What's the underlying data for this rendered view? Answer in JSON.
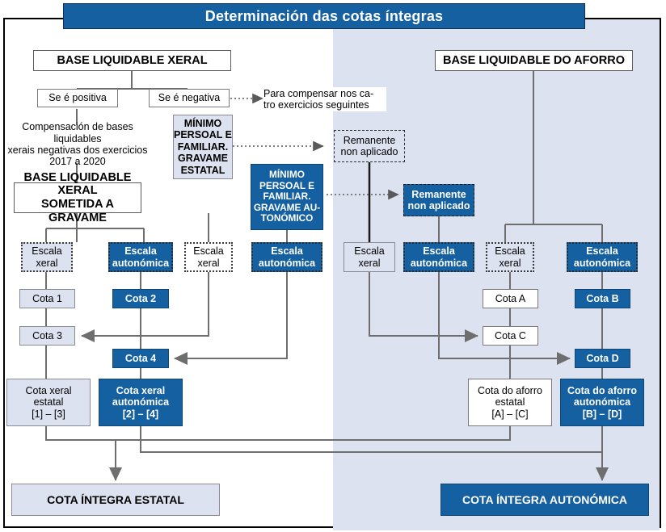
{
  "title": "Determinación das cotas íntegras",
  "colors": {
    "brand_blue": "#1560a0",
    "pane_blue": "#dde2f0",
    "wire_gray": "#6e6e6e",
    "frame_black": "#000000"
  },
  "left_column": {
    "base_header": "BASE LIQUIDABLE XERAL",
    "branch_positive": "Se é positiva",
    "branch_negative": "Se é negativa",
    "carryforward_note": "Para compensar nos ca-\ntro exercicios seguintes",
    "carryforward_note_line1": "Para compensar nos ca-",
    "carryforward_note_line2": "tro exercicios seguintes",
    "compensation_note_line1": "Compensación de bases liquidables",
    "compensation_note_line2": "xerais negativas dos exercicios",
    "compensation_note_line3": "2017 a 2020",
    "base_taxed_line1": "BASE LIQUIDABLE XERAL",
    "base_taxed_line2": "SOMETIDA A GRAVAME",
    "minimum_state_line1": "MÍNIMO",
    "minimum_state_line2": "PERSOAL E",
    "minimum_state_line3": "FAMILIAR.",
    "minimum_state_line4": "GRAVAME",
    "minimum_state_line5": "ESTATAL",
    "minimum_regional_line1": "MÍNIMO",
    "minimum_regional_line2": "PERSOAL E",
    "minimum_regional_line3": "FAMILIAR.",
    "minimum_regional_line4": "GRAVAME AU-",
    "minimum_regional_line5": "TONÓMICO",
    "scales": [
      {
        "line1": "Escala",
        "line2": "xeral"
      },
      {
        "line1": "Escala",
        "line2": "autonómica"
      },
      {
        "line1": "Escala",
        "line2": "xeral"
      },
      {
        "line1": "Escala",
        "line2": "autonómica"
      }
    ],
    "cota_1": "Cota 1",
    "cota_2": "Cota 2",
    "cota_3": "Cota 3",
    "cota_4": "Cota 4",
    "result_state_line1": "Cota xeral",
    "result_state_line2": "estatal",
    "result_state_line3": "[1] – [3]",
    "result_regional_line1": "Cota xeral",
    "result_regional_line2": "autonómica",
    "result_regional_line3": "[2] – [4]"
  },
  "right_column": {
    "base_header": "BASE LIQUIDABLE DO AFORRO",
    "remainder_state_line1": "Remanente",
    "remainder_state_line2": "non aplicado",
    "remainder_regional_line1": "Remanente",
    "remainder_regional_line2": "non aplicado",
    "scales": [
      {
        "line1": "Escala",
        "line2": "xeral"
      },
      {
        "line1": "Escala",
        "line2": "autonómica"
      },
      {
        "line1": "Escala",
        "line2": "xeral"
      },
      {
        "line1": "Escala",
        "line2": "autonómica"
      }
    ],
    "cota_a": "Cota A",
    "cota_b": "Cota B",
    "cota_c": "Cota C",
    "cota_d": "Cota D",
    "result_state_line1": "Cota do aforro",
    "result_state_line2": "estatal",
    "result_state_line3": "[A] – [C]",
    "result_regional_line1": "Cota do aforro",
    "result_regional_line2": "autonómica",
    "result_regional_line3": "[B] – [D]"
  },
  "footer": {
    "total_state": "COTA ÍNTEGRA ESTATAL",
    "total_regional": "COTA ÍNTEGRA AUTONÓMICA"
  }
}
